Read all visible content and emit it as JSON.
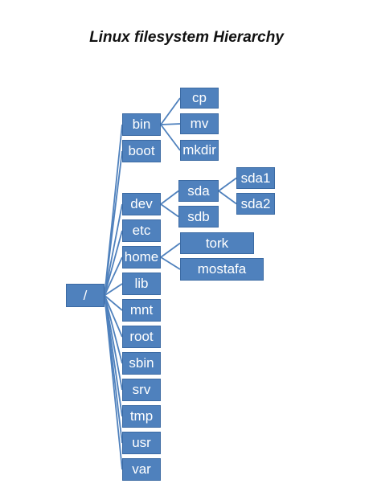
{
  "title": "Linux filesystem Hierarchy",
  "colors": {
    "node_fill": "#4f81bd",
    "node_border": "#3b6aa3",
    "link": "#4f81bd",
    "text": "#ffffff"
  },
  "tree": {
    "root": {
      "id": "root",
      "label": "/"
    },
    "children": [
      {
        "id": "bin",
        "label": "bin",
        "children": [
          {
            "id": "cp",
            "label": "cp"
          },
          {
            "id": "mv",
            "label": "mv"
          },
          {
            "id": "mkdir",
            "label": "mkdir"
          }
        ]
      },
      {
        "id": "boot",
        "label": "boot"
      },
      {
        "id": "dev",
        "label": "dev",
        "children": [
          {
            "id": "sda",
            "label": "sda",
            "children": [
              {
                "id": "sda1",
                "label": "sda1"
              },
              {
                "id": "sda2",
                "label": "sda2"
              }
            ]
          },
          {
            "id": "sdb",
            "label": "sdb"
          }
        ]
      },
      {
        "id": "etc",
        "label": "etc"
      },
      {
        "id": "home",
        "label": "home",
        "children": [
          {
            "id": "tork",
            "label": "tork"
          },
          {
            "id": "mostafa",
            "label": "mostafa"
          }
        ]
      },
      {
        "id": "lib",
        "label": "lib"
      },
      {
        "id": "mnt",
        "label": "mnt"
      },
      {
        "id": "root_dir",
        "label": "root"
      },
      {
        "id": "sbin",
        "label": "sbin"
      },
      {
        "id": "srv",
        "label": "srv"
      },
      {
        "id": "tmp",
        "label": "tmp"
      },
      {
        "id": "usr",
        "label": "usr"
      },
      {
        "id": "var",
        "label": "var"
      }
    ]
  }
}
